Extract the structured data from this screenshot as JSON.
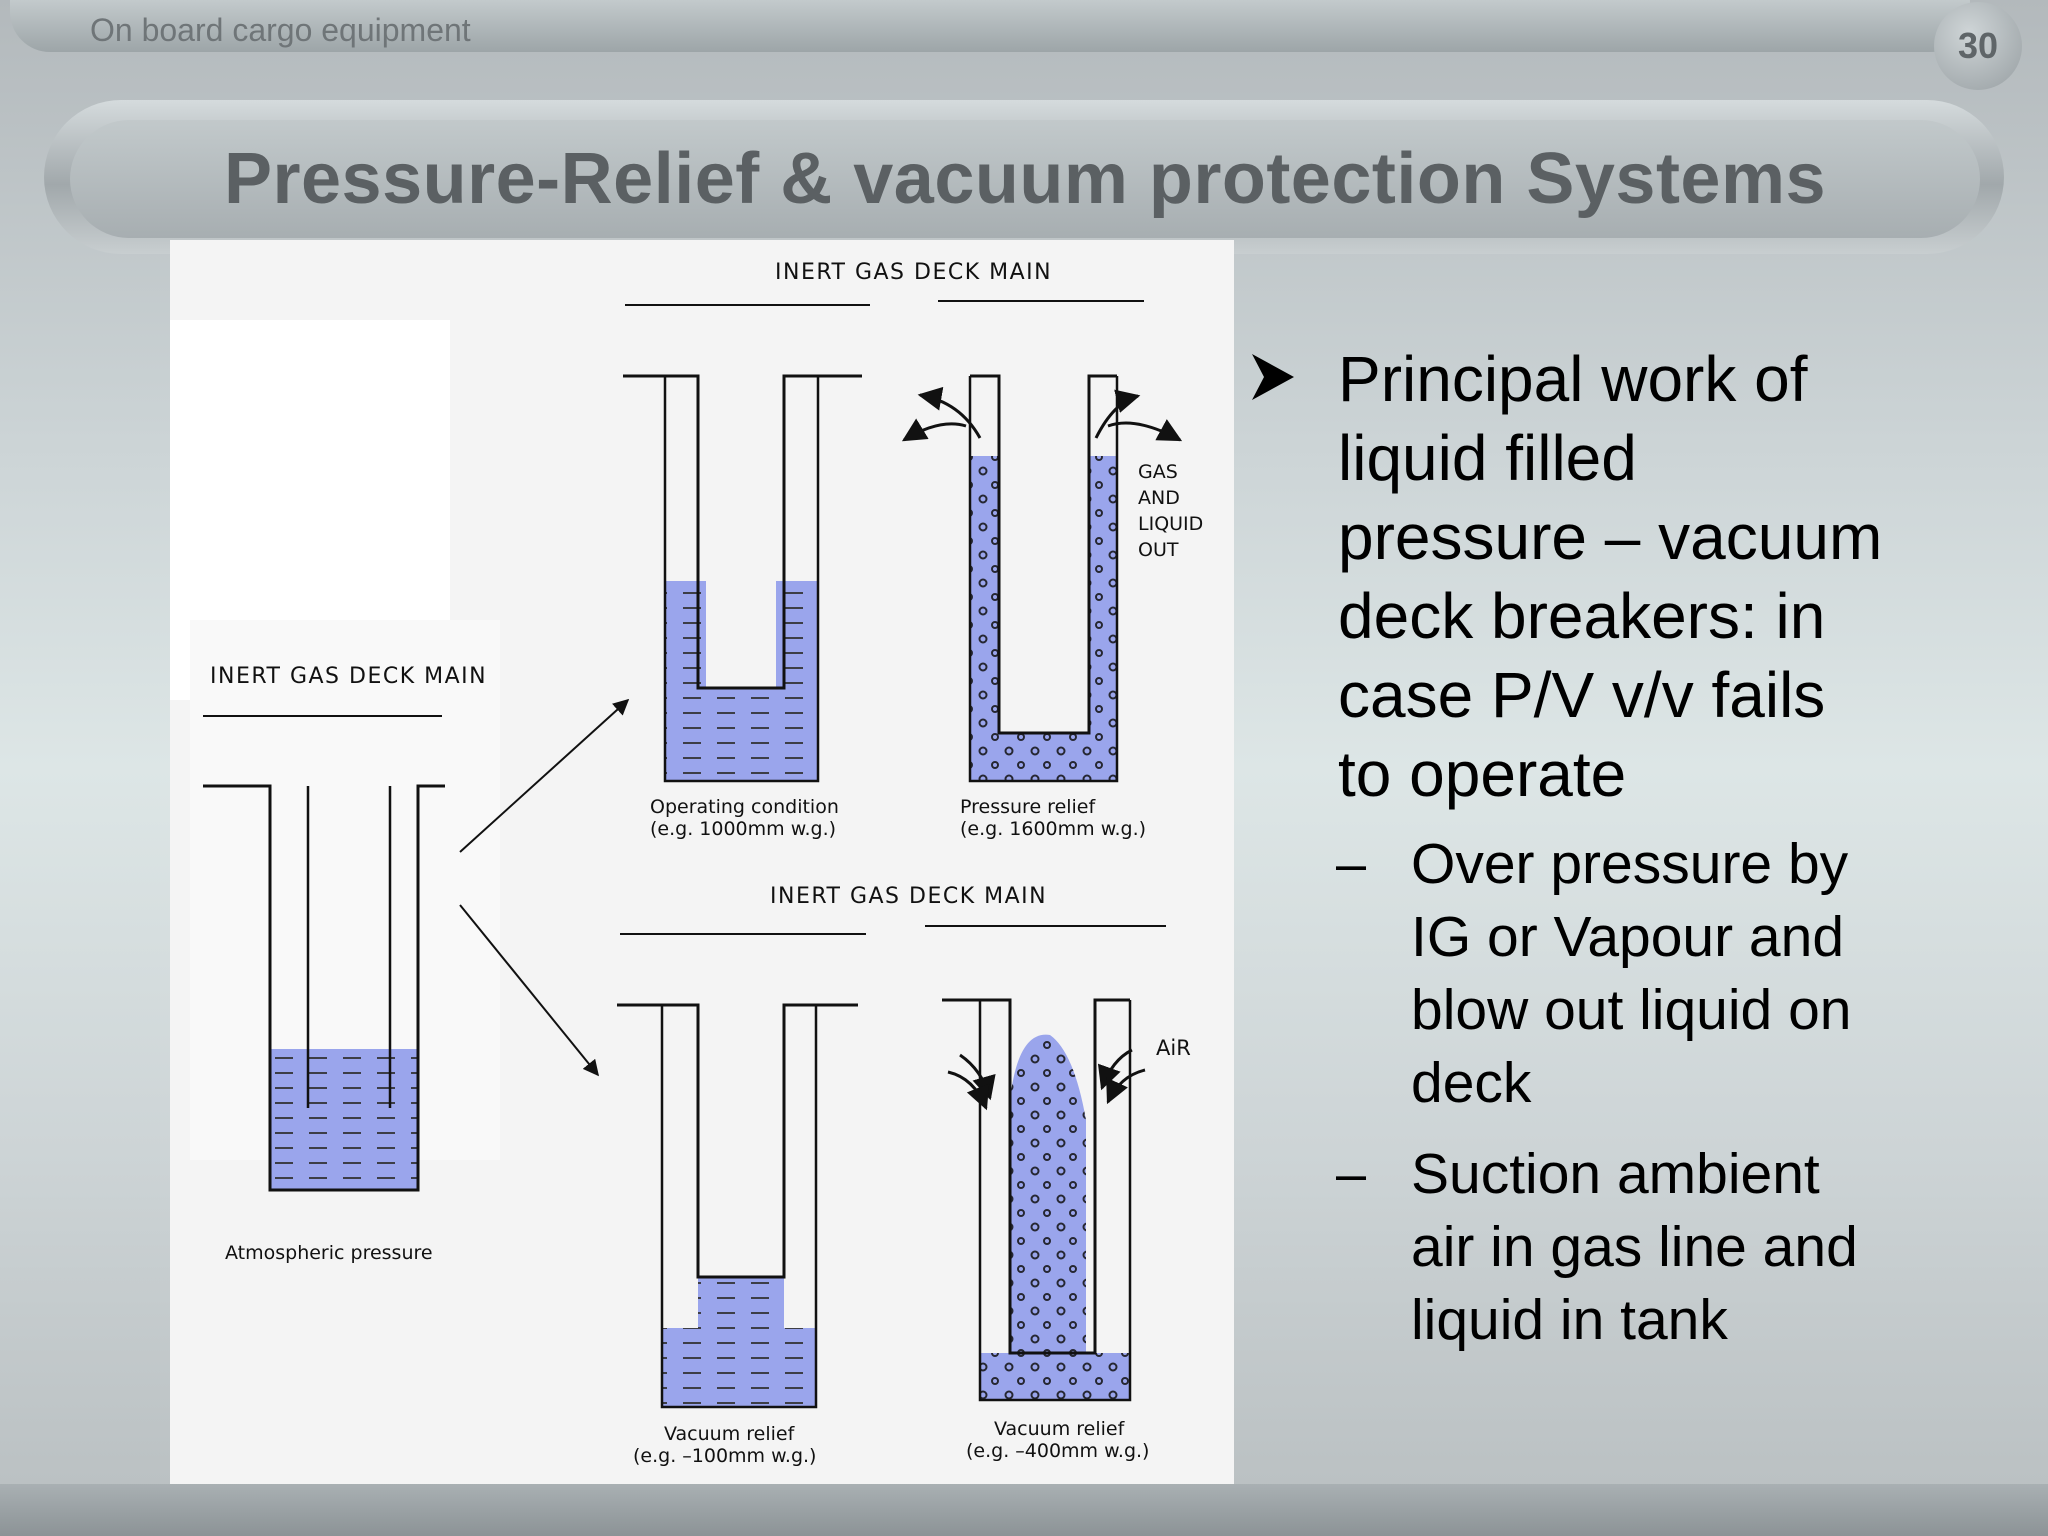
{
  "header": {
    "section_label": "On board cargo equipment",
    "page_number": "30"
  },
  "title": "Pressure-Relief & vacuum protection Systems",
  "diagram": {
    "left_panel": {
      "deck_main_label": "INERT GAS DECK MAIN",
      "caption": "Atmospheric pressure"
    },
    "top_panel": {
      "deck_main_label": "INERT GAS DECK MAIN",
      "operating_caption_1": "Operating condition",
      "operating_caption_2": "(e.g. 1000mm w.g.)",
      "relief_caption_1": "Pressure relief",
      "relief_caption_2": "(e.g. 1600mm w.g.)",
      "gas_out_label": [
        "GAS",
        "AND",
        "LIQUID",
        "OUT"
      ]
    },
    "bottom_panel": {
      "deck_main_label": "INERT GAS DECK MAIN",
      "vacuum_small_caption_1": "Vacuum relief",
      "vacuum_small_caption_2": "(e.g. –100mm w.g.)",
      "vacuum_large_caption_1": "Vacuum relief",
      "vacuum_large_caption_2": "(e.g. –400mm w.g.)",
      "air_label": "AiR"
    },
    "colors": {
      "liquid": "#9aa5ec",
      "line": "#111111"
    }
  },
  "bullets": {
    "main_lines": [
      "Principal work of",
      "liquid filled",
      "pressure – vacuum",
      "deck breakers: in",
      "case P/V v/v fails",
      "to operate"
    ],
    "sub_items": [
      {
        "lines": [
          "Over pressure by",
          "IG or Vapour and",
          "blow out liquid on",
          "deck"
        ]
      },
      {
        "lines": [
          "Suction ambient",
          "air in gas line and",
          "liquid in tank"
        ]
      }
    ]
  },
  "icons": {
    "bullet": "arrowhead-bullet-icon",
    "sub_bullet": "dash"
  }
}
